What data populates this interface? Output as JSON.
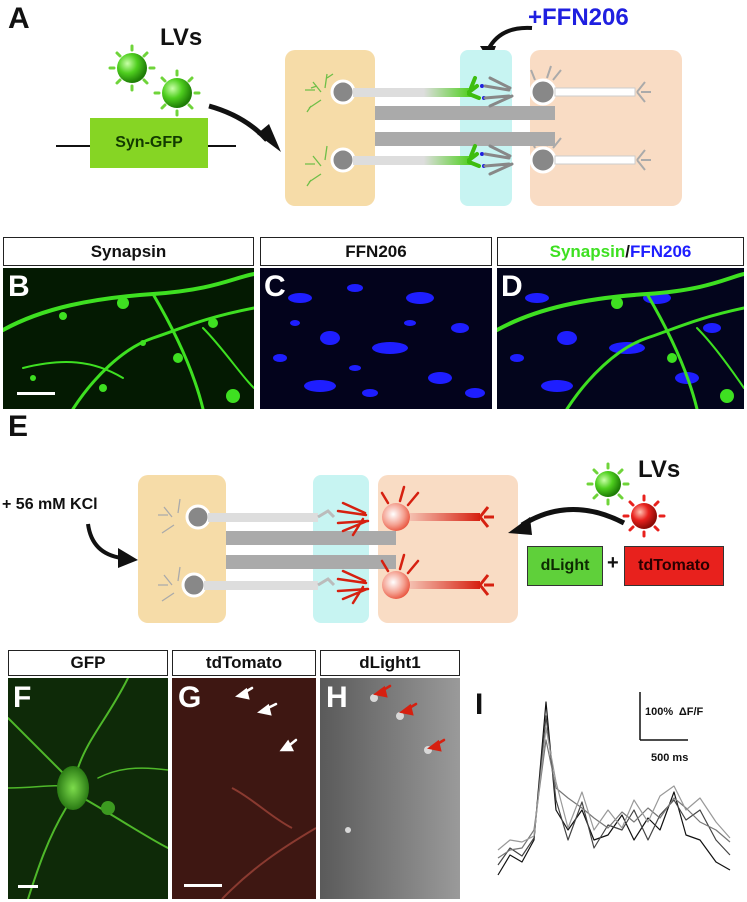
{
  "panel_labels": {
    "A": "A",
    "B": "B",
    "C": "C",
    "D": "D",
    "E": "E",
    "F": "F",
    "G": "G",
    "H": "H",
    "I": "I"
  },
  "panel_a": {
    "lvs_label": "LVs",
    "construct_label": "Syn-GFP",
    "drug_label": "+FFN206",
    "colors": {
      "gfp": "#7ed321",
      "drug": "#1f1fe0",
      "tint_left": "#f6dca8",
      "tint_mid": "#c7f4f2",
      "tint_right": "#f9dcc4"
    }
  },
  "panel_bcd": {
    "headers": {
      "b": "Synapsin",
      "c": "FFN206",
      "d_part1": "Synapsin",
      "d_sep": "/",
      "d_part2": "FFN206"
    },
    "colors": {
      "synapsin": "#3ee021",
      "ffn": "#1e1eff"
    }
  },
  "panel_e": {
    "stimulus_label": "+ 56 mM KCl",
    "lvs_label": "LVs",
    "construct1_label": "dLight",
    "plus_label": "+",
    "construct2_label": "tdTomato",
    "colors": {
      "dlight": "#5fd03a",
      "tdtomato": "#e8211d"
    }
  },
  "panel_fgh": {
    "headers": {
      "f": "GFP",
      "g": "tdTomato",
      "h": "dLight1"
    }
  },
  "panel_i": {
    "scale_y_label": "100%  ΔF/F",
    "scale_x_label": "500 ms"
  }
}
